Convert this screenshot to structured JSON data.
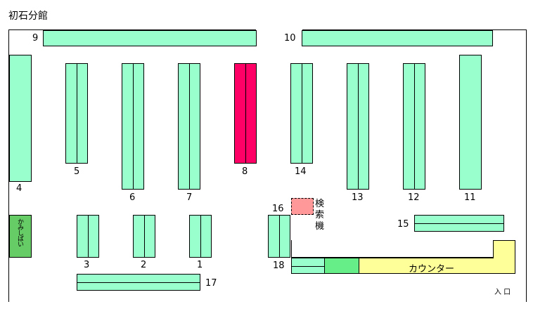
{
  "title": "初石分館",
  "shelves": {
    "s1": "1",
    "s2": "2",
    "s3": "3",
    "s4": "4",
    "s5": "5",
    "s6": "6",
    "s7": "7",
    "s8": "8",
    "s9": "9",
    "s10": "10",
    "s11": "11",
    "s12": "12",
    "s13": "13",
    "s14": "14",
    "s15": "15",
    "s16": "16",
    "s17": "17",
    "s18": "18"
  },
  "selected_shelf": "8",
  "paper_rack_label": "かみしばい",
  "search_terminal_label": "検索機",
  "counter_label": "カウンター",
  "entrance_label": "入 口",
  "colors": {
    "shelf": "#99ffcc",
    "selected": "#ff0066",
    "paper_rack": "#66cc66",
    "counter": "#ffff99",
    "search_terminal": "#ff9999"
  }
}
